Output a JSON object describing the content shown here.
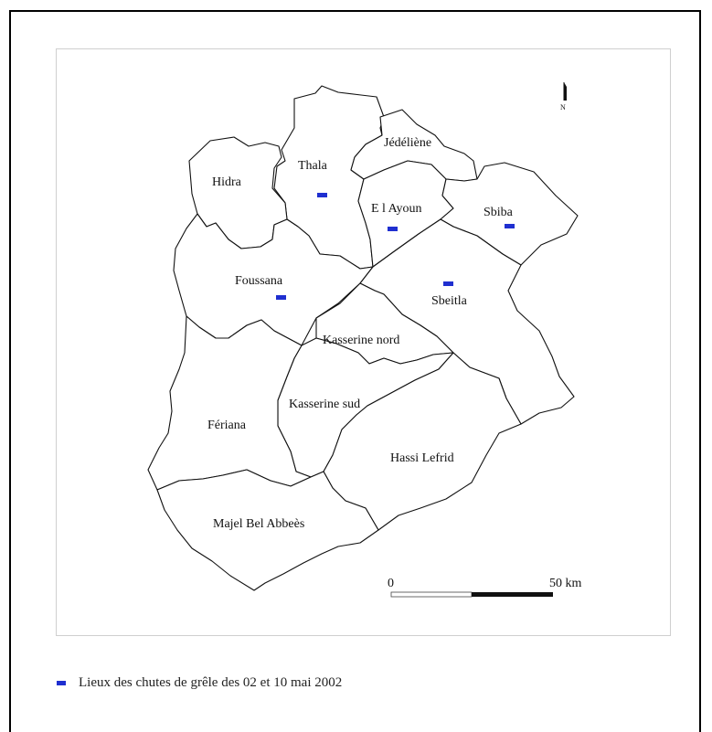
{
  "map": {
    "delegations": [
      {
        "id": "thala",
        "label": "Thala",
        "has_hail": true
      },
      {
        "id": "hidra",
        "label": "Hidra",
        "has_hail": false
      },
      {
        "id": "jedeliene",
        "label": "Jédéliène",
        "has_hail": false
      },
      {
        "id": "el-ayoun",
        "label": "E l Ayoun",
        "has_hail": true
      },
      {
        "id": "sbiba",
        "label": "Sbiba",
        "has_hail": true
      },
      {
        "id": "foussana",
        "label": "Foussana",
        "has_hail": true
      },
      {
        "id": "sbeitla",
        "label": "Sbeitla",
        "has_hail": true
      },
      {
        "id": "kasserine-nord",
        "label": "Kasserine nord",
        "has_hail": false
      },
      {
        "id": "kasserine-sud",
        "label": "Kasserine sud",
        "has_hail": false
      },
      {
        "id": "feriana",
        "label": "Fériana",
        "has_hail": false
      },
      {
        "id": "hassi-lefrid",
        "label": "Hassi Lefrid",
        "has_hail": false
      },
      {
        "id": "majel-bel-abbes",
        "label": "Majel Bel Abbeès",
        "has_hail": false
      }
    ],
    "north_label": "N",
    "scale": {
      "start_label": "0",
      "end_label": "50 km"
    },
    "marker_color": "#1f2fd0"
  },
  "legend": {
    "text": "Lieux des chutes de grêle des 02 et 10 mai 2002",
    "color": "#1f2fd0"
  }
}
